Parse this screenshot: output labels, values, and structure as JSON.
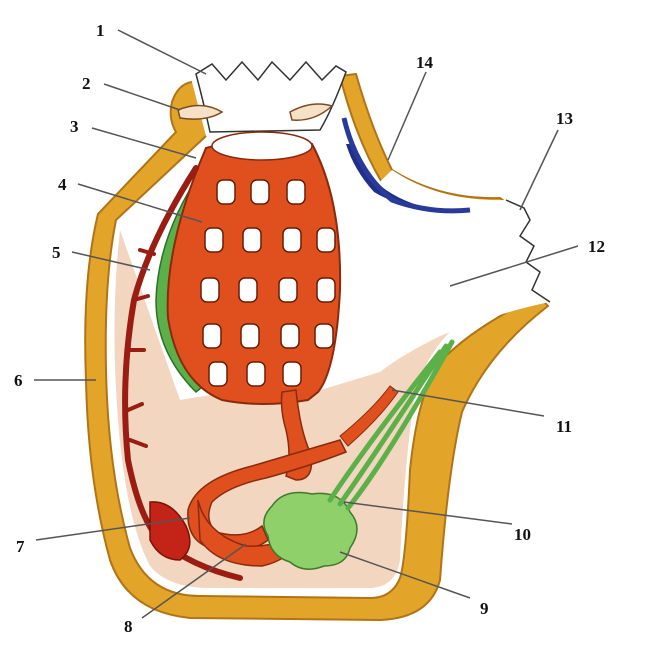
{
  "labels": {
    "l1": "1",
    "l2": "2",
    "l3": "3",
    "l4": "4",
    "l5": "5",
    "l6": "6",
    "l7": "7",
    "l8": "8",
    "l9": "9",
    "l10": "10",
    "l11": "11",
    "l12": "12",
    "l13": "13",
    "l14": "14"
  },
  "colors": {
    "tunic": "#e2a52a",
    "tunic_edge": "#b07416",
    "body_cavity": "#f2d6bf",
    "pharynx": "#e0501e",
    "pharynx_dark": "#b8330f",
    "endostyle": "#5cb04a",
    "vessel": "#9a1c12",
    "gonad": "#8fd06a",
    "nerve_ganglion": "#1f2f8a",
    "leader": "#555555"
  }
}
